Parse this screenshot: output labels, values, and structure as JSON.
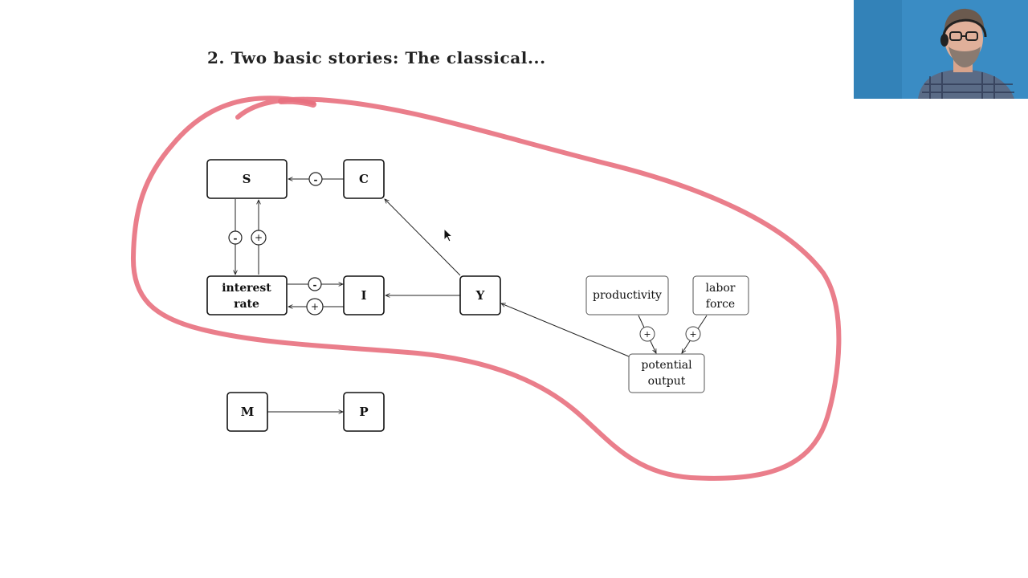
{
  "slide": {
    "title": "2.  Two basic stories: The classical..."
  },
  "diagram": {
    "nodes": {
      "S": "S",
      "C": "C",
      "interest_rate_line1": "interest",
      "interest_rate_line2": "rate",
      "I": "I",
      "Y": "Y",
      "M": "M",
      "P": "P",
      "productivity": "productivity",
      "labor_force_line1": "labor",
      "labor_force_line2": "force",
      "potential_output_line1": "potential",
      "potential_output_line2": "output"
    },
    "signs": {
      "s_c": "-",
      "s_to_rate": "-",
      "rate_to_s": "+",
      "rate_to_i": "-",
      "i_to_rate": "+",
      "productivity_to_potential": "+",
      "labor_to_potential": "+"
    }
  },
  "annotation": {
    "color": "#e8707e"
  },
  "webcam": {
    "label": "presenter-video"
  }
}
